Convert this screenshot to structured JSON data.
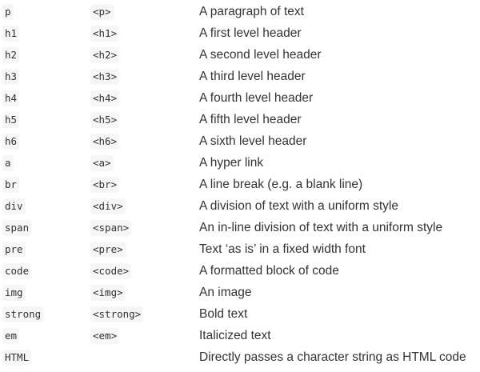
{
  "tags": [
    {
      "name": "p",
      "tag": "<p>",
      "description": "A paragraph of text"
    },
    {
      "name": "h1",
      "tag": "<h1>",
      "description": "A first level header"
    },
    {
      "name": "h2",
      "tag": "<h2>",
      "description": "A second level header"
    },
    {
      "name": "h3",
      "tag": "<h3>",
      "description": "A third level header"
    },
    {
      "name": "h4",
      "tag": "<h4>",
      "description": "A fourth level header"
    },
    {
      "name": "h5",
      "tag": "<h5>",
      "description": "A fifth level header"
    },
    {
      "name": "h6",
      "tag": "<h6>",
      "description": "A sixth level header"
    },
    {
      "name": "a",
      "tag": "<a>",
      "description": "A hyper link"
    },
    {
      "name": "br",
      "tag": "<br>",
      "description": "A line break (e.g. a blank line)"
    },
    {
      "name": "div",
      "tag": "<div>",
      "description": "A division of text with a uniform style"
    },
    {
      "name": "span",
      "tag": "<span>",
      "description": "An in-line division of text with a uniform style"
    },
    {
      "name": "pre",
      "tag": "<pre>",
      "description": "Text ‘as is’ in a fixed width font"
    },
    {
      "name": "code",
      "tag": "<code>",
      "description": "A formatted block of code"
    },
    {
      "name": "img",
      "tag": "<img>",
      "description": "An image"
    },
    {
      "name": "strong",
      "tag": "<strong>",
      "description": "Bold text"
    },
    {
      "name": "em",
      "tag": "<em>",
      "description": "Italicized text"
    },
    {
      "name": "HTML",
      "tag": "",
      "description": "Directly passes a character string as HTML code"
    }
  ]
}
